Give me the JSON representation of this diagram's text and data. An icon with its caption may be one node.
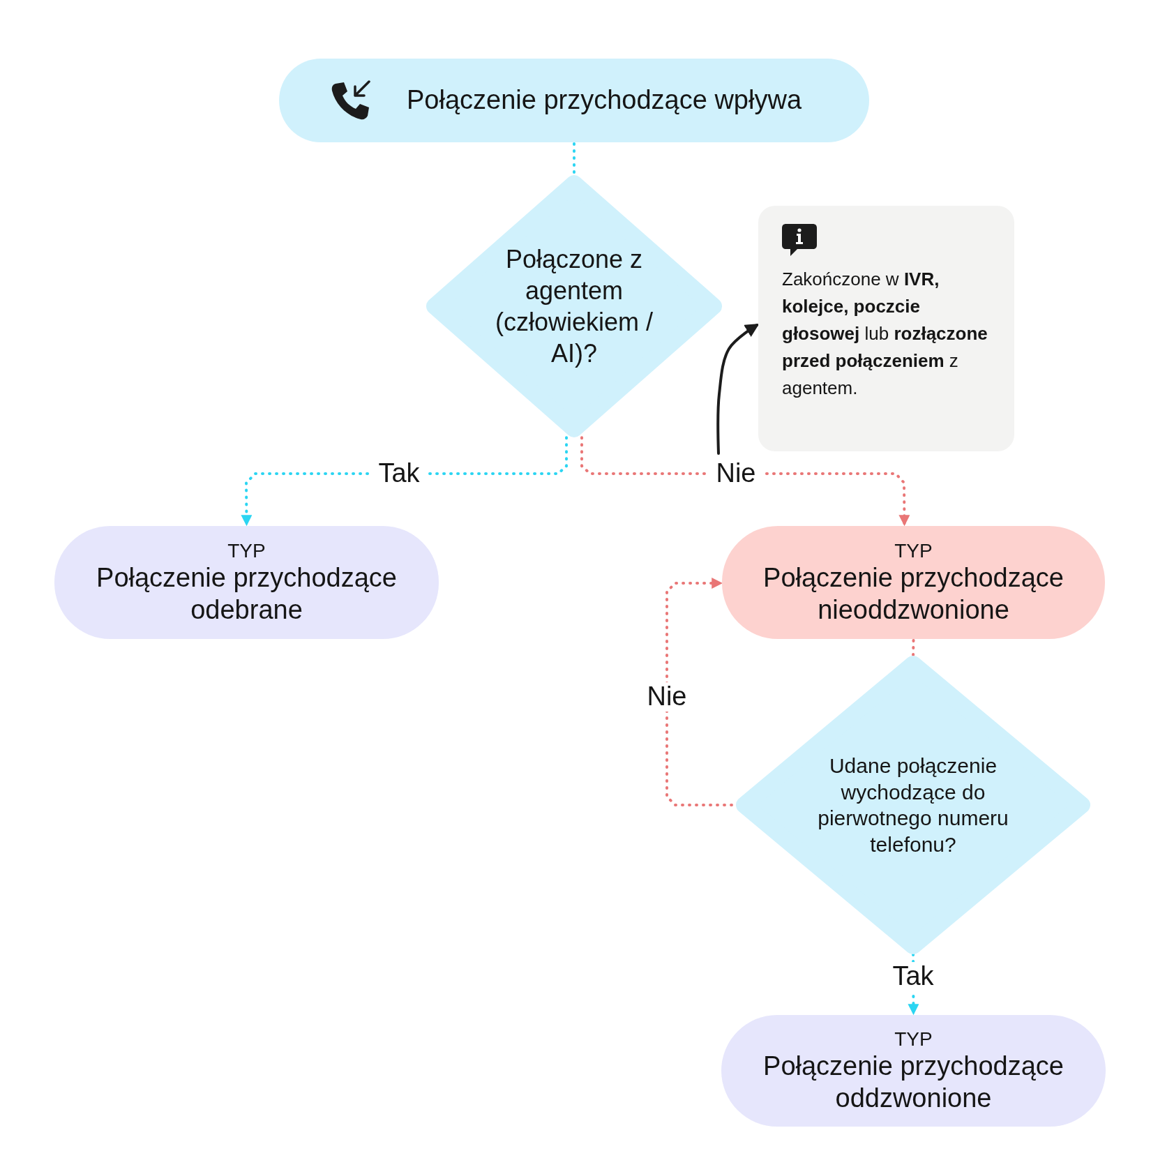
{
  "diagram": {
    "nodes": [
      {
        "text": [
          "Połączenie przychodzące wpływa"
        ]
      },
      {
        "text": [
          "Połączone z agentem (człowiekiem / AI)?"
        ]
      },
      {
        "text": [
          "Zakończone w **IVR, kolejce, poczcie głosowej** lub **rozłączone przed połączeniem** z agentem."
        ]
      },
      {
        "text": [
          "TYP",
          "Połączenie przychodzące odebrane"
        ]
      },
      {
        "text": [
          "TYP",
          "Połączenie przychodzące nieoddzwonione"
        ]
      },
      {
        "text": [
          "Udane połączenie wychodzące do pierwotnego numeru telefonu?"
        ]
      },
      {
        "text": [
          "TYP",
          "Połączenie przychodzące oddzwonione"
        ]
      }
    ],
    "edges": [
      {
        "from": 0,
        "to": 1,
        "arrow": "none",
        "style": "dashed",
        "color": "#2bd5f2"
      },
      {
        "from": 1,
        "to": 3,
        "arrow": "to",
        "label": "Tak",
        "style": "dashed",
        "color": "#2bd5f2"
      },
      {
        "from": 1,
        "to": 4,
        "arrow": "to",
        "label": "Nie",
        "style": "dashed",
        "color": "#e97676"
      },
      {
        "from": null,
        "to": 2,
        "arrow": "to",
        "color": "#1c1c1c"
      },
      {
        "from": 4,
        "to": 5,
        "arrow": "none",
        "style": "dashed",
        "color": "#e97676"
      },
      {
        "from": 5,
        "to": 4,
        "arrow": "to",
        "label": "Nie",
        "style": "dashed",
        "color": "#e97676"
      },
      {
        "from": 5,
        "to": 6,
        "arrow": "to",
        "label": "Tak",
        "style": "dashed",
        "color": "#2bd5f2"
      }
    ]
  }
}
